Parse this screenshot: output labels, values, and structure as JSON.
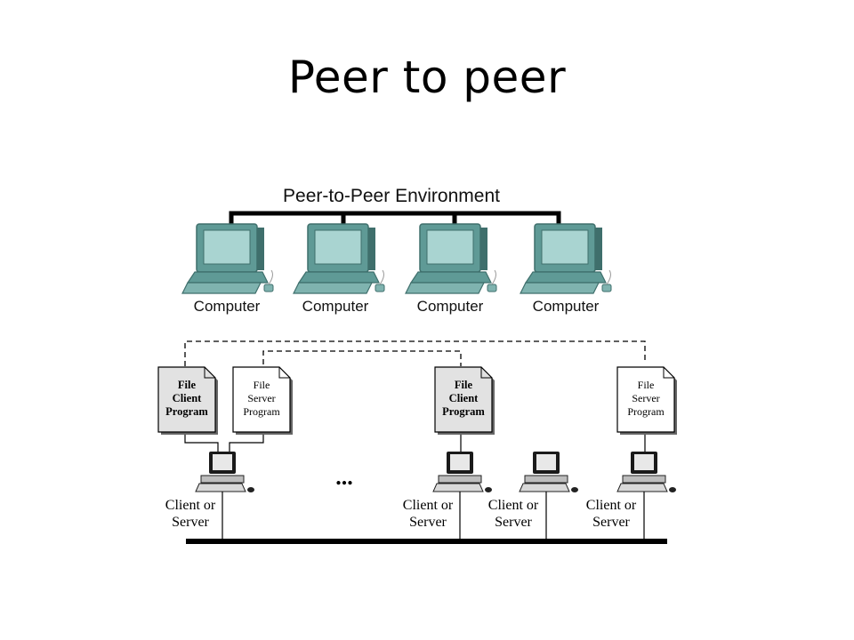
{
  "slide": {
    "title": "Peer to peer"
  },
  "top_diagram": {
    "heading": "Peer-to-Peer Environment",
    "computers": [
      {
        "label": "Computer"
      },
      {
        "label": "Computer"
      },
      {
        "label": "Computer"
      },
      {
        "label": "Computer"
      }
    ],
    "colors": {
      "monitor": "#5f9a96",
      "screen": "#a9d4d1",
      "dark": "#3f6f6c",
      "bus": "#000000"
    }
  },
  "bottom_diagram": {
    "docs": [
      {
        "lines": [
          "File",
          "Client",
          "Program"
        ],
        "style": "bold-shaded"
      },
      {
        "lines": [
          "File",
          "Server",
          "Program"
        ],
        "style": "plain"
      },
      {
        "lines": [
          "File",
          "Client",
          "Program"
        ],
        "style": "bold-shaded"
      },
      {
        "lines": [
          "File",
          "Server",
          "Program"
        ],
        "style": "plain"
      }
    ],
    "nodes": [
      {
        "lines": [
          "Client or",
          "Server"
        ]
      },
      {
        "lines": [
          "Client or",
          "Server"
        ]
      },
      {
        "lines": [
          "Client or",
          "Server"
        ]
      },
      {
        "lines": [
          "Client or",
          "Server"
        ]
      }
    ],
    "ellipsis": "..."
  }
}
